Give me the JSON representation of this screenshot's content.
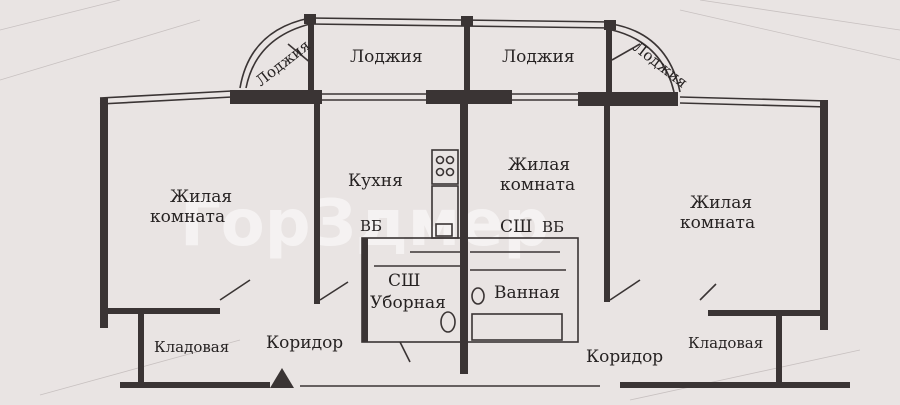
{
  "rooms": {
    "loggia_left_corner": "Лоджия",
    "loggia_left": "Лоджия",
    "loggia_right": "Лоджия",
    "loggia_right_corner": "Лоджия",
    "living_left_line1": "Жилая",
    "living_left_line2": "комната",
    "kitchen": "Кухня",
    "living_center_line1": "Жилая",
    "living_center_line2": "комната",
    "living_right_line1": "Жилая",
    "living_right_line2": "комната",
    "vb_left": "ВБ",
    "ssh_left": "СШ",
    "toilet": "Уборная",
    "ssh_right": "СШ",
    "vb_right": "ВБ",
    "bathroom": "Ванная",
    "storage_left": "Кладовая",
    "corridor_left": "Коридор",
    "corridor_right": "Коридор",
    "storage_right": "Кладовая"
  },
  "watermark": "ГорЗдмер",
  "colors": {
    "background": "#e9e4e3",
    "walls": "#3a3434",
    "text": "#262222"
  }
}
